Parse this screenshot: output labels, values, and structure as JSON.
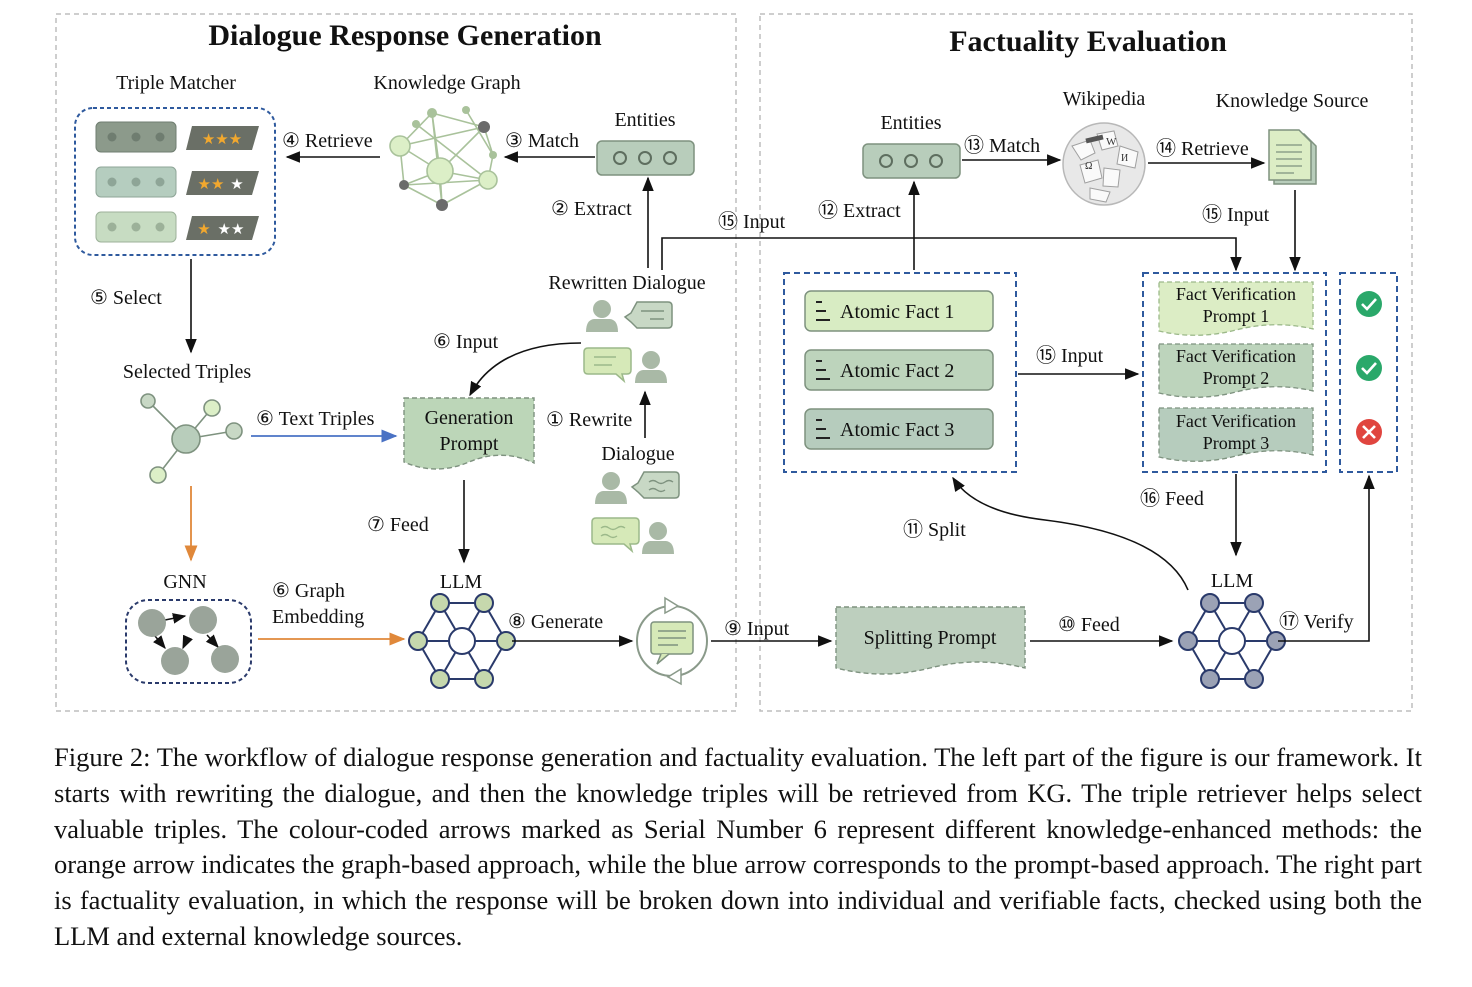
{
  "left_panel": {
    "title": "Dialogue Response Generation",
    "triple_matcher": {
      "label": "Triple Matcher"
    },
    "knowledge_graph": {
      "label": "Knowledge Graph"
    },
    "entities": {
      "label": "Entities"
    },
    "rewritten_dialogue": {
      "label": "Rewritten Dialogue"
    },
    "selected_triples": {
      "label": "Selected Triples"
    },
    "generation_prompt": {
      "line1": "Generation",
      "line2": "Prompt"
    },
    "dialogue": {
      "label": "Dialogue"
    },
    "gnn": {
      "label": "GNN"
    },
    "llm": {
      "label": "LLM"
    },
    "steps": {
      "rewrite": "① Rewrite",
      "extract": "② Extract",
      "match": "③ Match",
      "retrieve": "④ Retrieve",
      "select": "⑤ Select",
      "input": "⑥ Input",
      "text_triples": "⑥ Text Triples",
      "graph_embedding_1": "⑥ Graph",
      "graph_embedding_2": "Embedding",
      "feed": "⑦ Feed",
      "generate": "⑧ Generate"
    }
  },
  "middle": {
    "input_step": "⑨ Input",
    "splitting_prompt": "Splitting Prompt",
    "feed_step": "⑩ Feed"
  },
  "right_panel": {
    "title": "Factuality Evaluation",
    "entities": {
      "label": "Entities"
    },
    "wikipedia": {
      "label": "Wikipedia"
    },
    "knowledge_source": {
      "label": "Knowledge Source"
    },
    "atomic_facts": [
      "Atomic Fact 1",
      "Atomic Fact 2",
      "Atomic Fact 3"
    ],
    "fact_prompts": [
      {
        "line1": "Fact Verification",
        "line2": "Prompt 1"
      },
      {
        "line1": "Fact Verification",
        "line2": "Prompt 2"
      },
      {
        "line1": "Fact Verification",
        "line2": "Prompt 3"
      }
    ],
    "llm": {
      "label": "LLM"
    },
    "steps": {
      "split": "⑪ Split",
      "extract": "⑫ Extract",
      "match": "⑬ Match",
      "retrieve": "⑭ Retrieve",
      "input_top": "⑮ Input",
      "input_ks": "⑮ Input",
      "input_facts": "⑮ Input",
      "feed": "⑯ Feed",
      "verify": "⑰ Verify"
    }
  },
  "colors": {
    "blue_arrow": "#4a72c4",
    "orange_arrow": "#e0883a",
    "dashed_blue": "#2f5a9e",
    "green_light": "#dcedc5",
    "green_mid": "#c2d6b5",
    "green_dark": "#a9c0aa",
    "check": "#2aa86a",
    "cross": "#e0453f"
  },
  "caption": "Figure 2: The workflow of dialogue response generation and factuality evaluation. The left part of the figure is our framework. It starts with rewriting the dialogue, and then the knowledge triples will be retrieved from KG. The triple retriever helps select valuable triples. The colour-coded arrows marked as Serial Number 6 represent different knowledge-enhanced methods: the orange arrow indicates the graph-based approach, while the blue arrow corresponds to the prompt-based approach. The right part is factuality evaluation, in which the response will be broken down into individual and verifiable facts, checked using both the LLM and external knowledge sources."
}
